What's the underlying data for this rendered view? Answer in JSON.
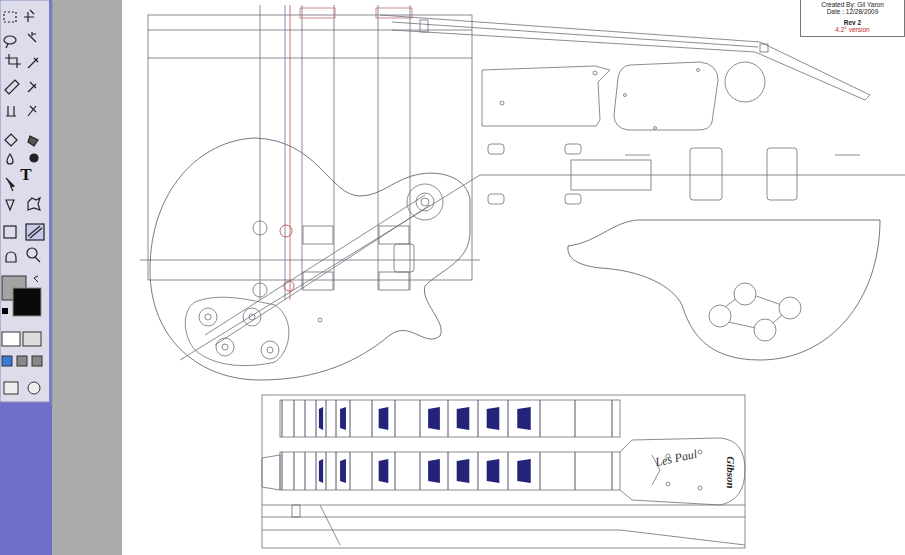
{
  "diagram": {
    "nodes": [
      {
        "text": [
          "Created By: Gil Yaron",
          "Date : 12/28/2009",
          "Rev 2",
          "4.2° version"
        ]
      }
    ],
    "labels": [
      "T",
      "Les Paul",
      "Gibson"
    ]
  }
}
